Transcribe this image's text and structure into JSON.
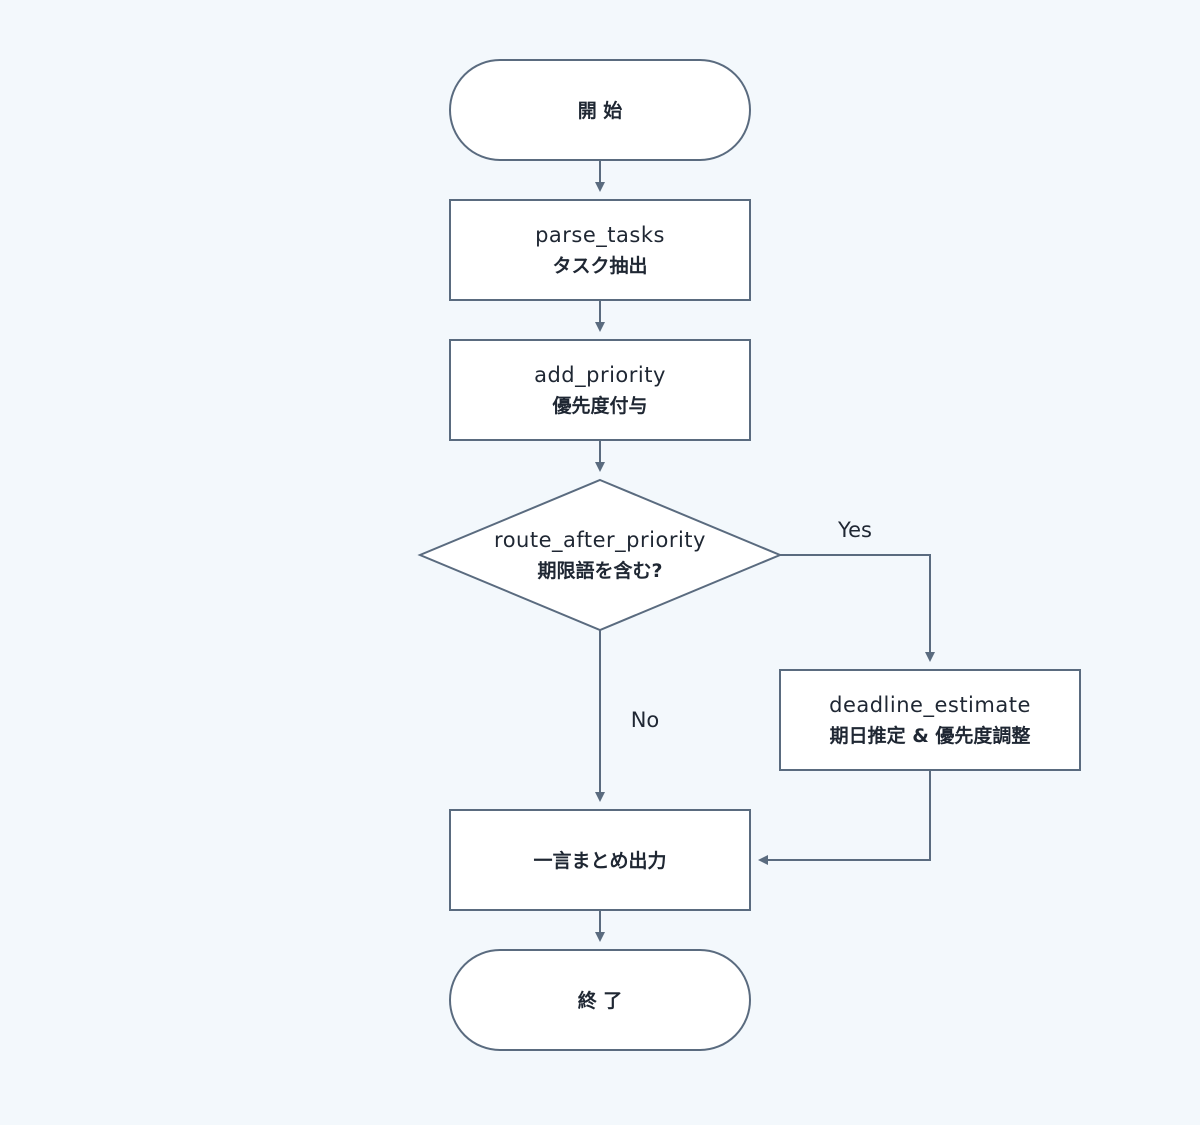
{
  "nodes": {
    "start": {
      "label": "開 始"
    },
    "parse_tasks": {
      "name": "parse_tasks",
      "label": "タスク抽出"
    },
    "add_priority": {
      "name": "add_priority",
      "label": "優先度付与"
    },
    "route": {
      "name": "route_after_priority",
      "label": "期限語を含む?"
    },
    "deadline": {
      "name": "deadline_estimate",
      "label": "期日推定 & 優先度調整"
    },
    "summary": {
      "label": "一言まとめ出力"
    },
    "end": {
      "label": "終 了"
    }
  },
  "edges": {
    "yes_label": "Yes",
    "no_label": "No"
  },
  "colors": {
    "background": "#f3f8fc",
    "node_fill": "#ffffff",
    "stroke": "#5a6b7f",
    "text": "#1f2733"
  }
}
